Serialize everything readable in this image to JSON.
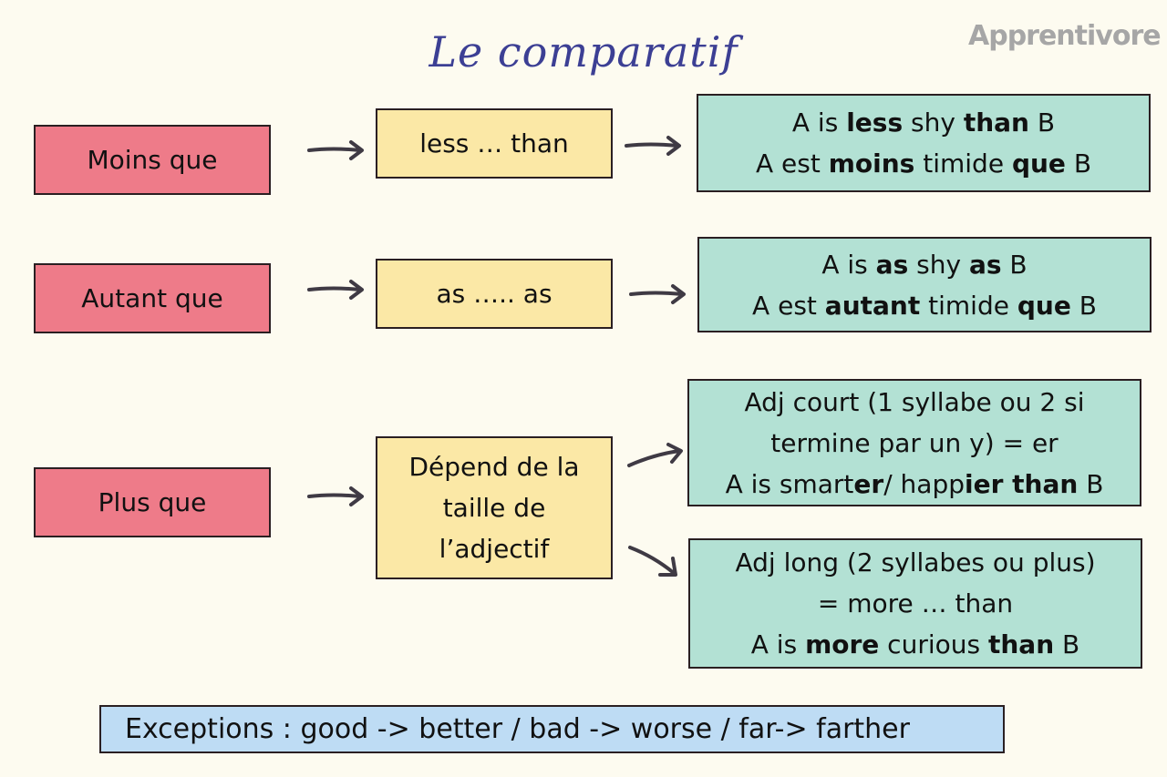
{
  "title": "Le comparatif",
  "logo": "Apprentivore",
  "colors": {
    "background": "#fdfbf0",
    "title": "#3c3f94",
    "pink": "#ee7b89",
    "yellow": "#fbe8a6",
    "green": "#b3e1d4",
    "blue": "#bedcf4",
    "arrow": "#3f3a44"
  },
  "rows": [
    {
      "french": "Moins que",
      "english": "less … than",
      "examples": [
        {
          "lines": [
            [
              {
                "t": "A is "
              },
              {
                "t": "less",
                "b": true
              },
              {
                "t": " shy "
              },
              {
                "t": "than",
                "b": true
              },
              {
                "t": " B"
              }
            ],
            [
              {
                "t": "A est "
              },
              {
                "t": "moins",
                "b": true
              },
              {
                "t": " timide "
              },
              {
                "t": "que",
                "b": true
              },
              {
                "t": " B"
              }
            ]
          ]
        }
      ]
    },
    {
      "french": "Autant que",
      "english": "as ….. as",
      "examples": [
        {
          "lines": [
            [
              {
                "t": "A is "
              },
              {
                "t": "as",
                "b": true
              },
              {
                "t": " shy "
              },
              {
                "t": "as",
                "b": true
              },
              {
                "t": " B"
              }
            ],
            [
              {
                "t": "A est "
              },
              {
                "t": "autant",
                "b": true
              },
              {
                "t": " timide "
              },
              {
                "t": "que",
                "b": true
              },
              {
                "t": " B"
              }
            ]
          ]
        }
      ]
    },
    {
      "french": "Plus que",
      "english": "Dépend de la taille de l’adjectif",
      "english_lines": [
        "Dépend de la",
        "taille de",
        "l’adjectif"
      ],
      "examples": [
        {
          "lines": [
            [
              {
                "t": "Adj court (1 syllabe ou 2 si"
              }
            ],
            [
              {
                "t": "termine par un y) = er"
              }
            ],
            [
              {
                "t": "A is smart"
              },
              {
                "t": "er",
                "b": true
              },
              {
                "t": "/ happ"
              },
              {
                "t": "ier than",
                "b": true
              },
              {
                "t": " B"
              }
            ]
          ]
        },
        {
          "lines": [
            [
              {
                "t": "Adj long (2 syllabes ou plus)"
              }
            ],
            [
              {
                "t": "= more … than"
              }
            ],
            [
              {
                "t": "A is "
              },
              {
                "t": "more",
                "b": true
              },
              {
                "t": " curious "
              },
              {
                "t": "than",
                "b": true
              },
              {
                "t": " B"
              }
            ]
          ]
        }
      ]
    }
  ],
  "exceptions": "Exceptions :  good -> better /  bad -> worse / far-> farther"
}
